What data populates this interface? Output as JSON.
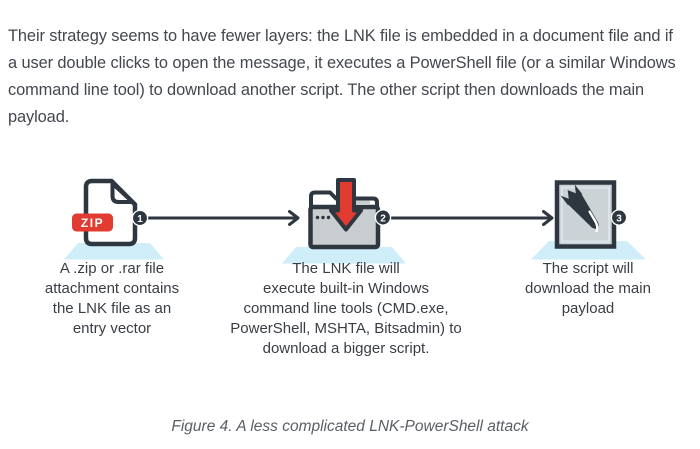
{
  "intro": {
    "lines": [
      "Their strategy seems to have fewer layers: the LNK file is embedded in a document file and if",
      "a user double clicks to open the message, it executes a PowerShell file (or a similar Windows",
      "command line tool) to download another script. The other script then downloads the main",
      "payload."
    ]
  },
  "diagram": {
    "steps": [
      {
        "number": "1",
        "icon": "zip-file-icon",
        "badge": "ZIP",
        "lines": [
          "A .zip or .rar file",
          "attachment contains",
          "the LNK file as an",
          "entry vector"
        ]
      },
      {
        "number": "2",
        "icon": "folder-download-icon",
        "lines": [
          "The LNK file will",
          "execute built-in Windows",
          "command line tools (CMD.exe,",
          "PowerShell, MSHTA, Bitsadmin) to",
          "download a bigger script."
        ]
      },
      {
        "number": "3",
        "icon": "payload-bomb-icon",
        "lines": [
          "The script will",
          "download the main",
          "payload"
        ]
      }
    ],
    "colors": {
      "ink": "#2e3640",
      "red": "#e23b31",
      "folder_gray": "#c8cdd0",
      "panel_gray": "#ccd3d7",
      "shadow_blue": "#cfeefa"
    }
  },
  "caption": "Figure 4. A less complicated LNK-PowerShell attack"
}
